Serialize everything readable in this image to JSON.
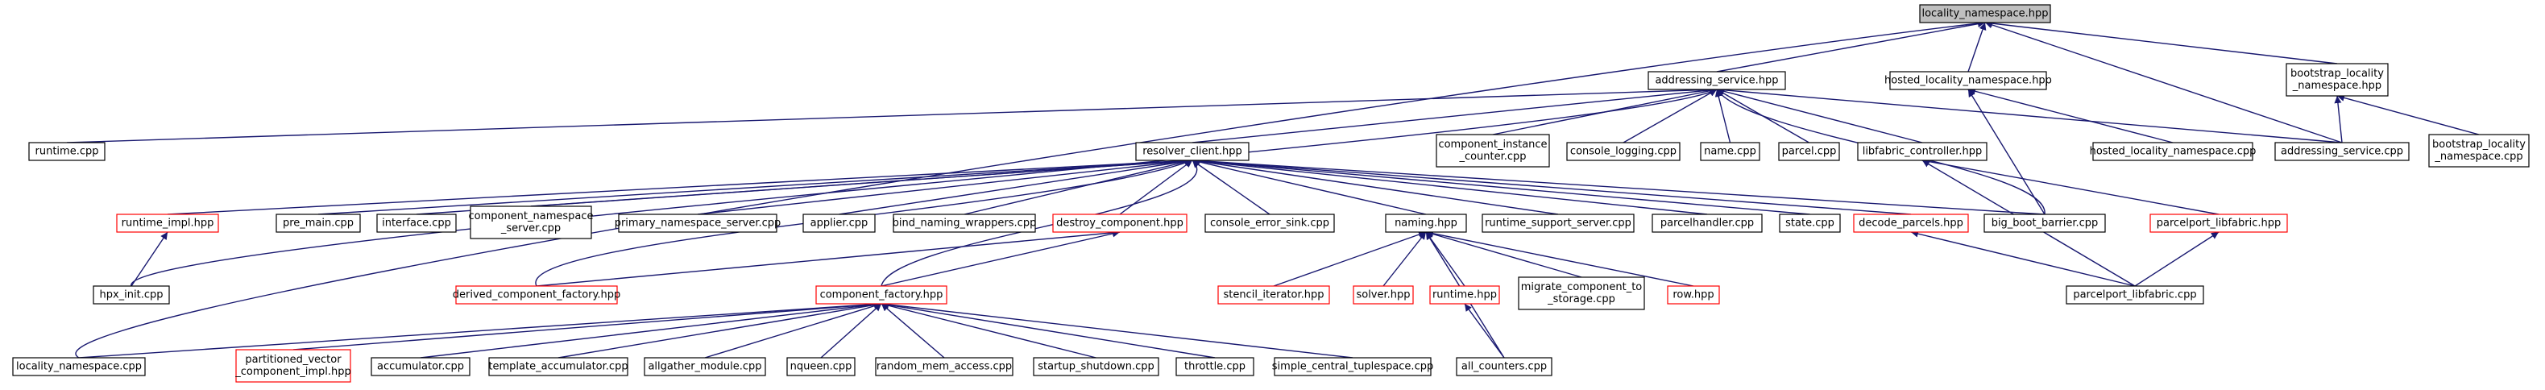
{
  "diagram": {
    "nodes": [
      {
        "id": "root",
        "lines": [
          "locality_namespace.hpp"
        ],
        "style": "root"
      },
      {
        "id": "addressing_service_hpp",
        "lines": [
          "addressing_service.hpp"
        ],
        "style": "black"
      },
      {
        "id": "hosted_locality_namespace_hpp",
        "lines": [
          "hosted_locality_namespace.hpp"
        ],
        "style": "black"
      },
      {
        "id": "bootstrap_locality_namespace_hpp",
        "lines": [
          "bootstrap_locality",
          "_namespace.hpp"
        ],
        "style": "black"
      },
      {
        "id": "runtime_cpp",
        "lines": [
          "runtime.cpp"
        ],
        "style": "black"
      },
      {
        "id": "component_instance_counter_cpp",
        "lines": [
          "component_instance",
          "_counter.cpp"
        ],
        "style": "black"
      },
      {
        "id": "console_logging_cpp",
        "lines": [
          "console_logging.cpp"
        ],
        "style": "black"
      },
      {
        "id": "name_cpp",
        "lines": [
          "name.cpp"
        ],
        "style": "black"
      },
      {
        "id": "parcel_cpp",
        "lines": [
          "parcel.cpp"
        ],
        "style": "black"
      },
      {
        "id": "libfabric_controller_hpp",
        "lines": [
          "libfabric_controller.hpp"
        ],
        "style": "black"
      },
      {
        "id": "hosted_locality_namespace_cpp",
        "lines": [
          "hosted_locality_namespace.cpp"
        ],
        "style": "black"
      },
      {
        "id": "addressing_service_cpp",
        "lines": [
          "addressing_service.cpp"
        ],
        "style": "black"
      },
      {
        "id": "bootstrap_locality_namespace_cpp",
        "lines": [
          "bootstrap_locality",
          "_namespace.cpp"
        ],
        "style": "black"
      },
      {
        "id": "resolver_client_hpp",
        "lines": [
          "resolver_client.hpp"
        ],
        "style": "black"
      },
      {
        "id": "runtime_impl_hpp",
        "lines": [
          "runtime_impl.hpp"
        ],
        "style": "red"
      },
      {
        "id": "pre_main_cpp",
        "lines": [
          "pre_main.cpp"
        ],
        "style": "black"
      },
      {
        "id": "interface_cpp",
        "lines": [
          "interface.cpp"
        ],
        "style": "black"
      },
      {
        "id": "component_namespace_server_cpp",
        "lines": [
          "component_namespace",
          "_server.cpp"
        ],
        "style": "black"
      },
      {
        "id": "primary_namespace_server_cpp",
        "lines": [
          "primary_namespace_server.cpp"
        ],
        "style": "black"
      },
      {
        "id": "applier_cpp",
        "lines": [
          "applier.cpp"
        ],
        "style": "black"
      },
      {
        "id": "bind_naming_wrappers_cpp",
        "lines": [
          "bind_naming_wrappers.cpp"
        ],
        "style": "black"
      },
      {
        "id": "destroy_component_hpp",
        "lines": [
          "destroy_component.hpp"
        ],
        "style": "red"
      },
      {
        "id": "console_error_sink_cpp",
        "lines": [
          "console_error_sink.cpp"
        ],
        "style": "black"
      },
      {
        "id": "naming_hpp",
        "lines": [
          "naming.hpp"
        ],
        "style": "black"
      },
      {
        "id": "runtime_support_server_cpp",
        "lines": [
          "runtime_support_server.cpp"
        ],
        "style": "black"
      },
      {
        "id": "parcelhandler_cpp",
        "lines": [
          "parcelhandler.cpp"
        ],
        "style": "black"
      },
      {
        "id": "state_cpp",
        "lines": [
          "state.cpp"
        ],
        "style": "black"
      },
      {
        "id": "decode_parcels_hpp",
        "lines": [
          "decode_parcels.hpp"
        ],
        "style": "red"
      },
      {
        "id": "big_boot_barrier_cpp",
        "lines": [
          "big_boot_barrier.cpp"
        ],
        "style": "black"
      },
      {
        "id": "parcelport_libfabric_hpp",
        "lines": [
          "parcelport_libfabric.hpp"
        ],
        "style": "red"
      },
      {
        "id": "hpx_init_cpp",
        "lines": [
          "hpx_init.cpp"
        ],
        "style": "black"
      },
      {
        "id": "derived_component_factory_hpp",
        "lines": [
          "derived_component_factory.hpp"
        ],
        "style": "red"
      },
      {
        "id": "component_factory_hpp",
        "lines": [
          "component_factory.hpp"
        ],
        "style": "red"
      },
      {
        "id": "stencil_iterator_hpp",
        "lines": [
          "stencil_iterator.hpp"
        ],
        "style": "red"
      },
      {
        "id": "solver_hpp",
        "lines": [
          "solver.hpp"
        ],
        "style": "red"
      },
      {
        "id": "runtime_hpp",
        "lines": [
          "runtime.hpp"
        ],
        "style": "red"
      },
      {
        "id": "migrate_component_to_storage_cpp",
        "lines": [
          "migrate_component_to",
          "_storage.cpp"
        ],
        "style": "black"
      },
      {
        "id": "row_hpp",
        "lines": [
          "row.hpp"
        ],
        "style": "red"
      },
      {
        "id": "parcelport_libfabric_cpp",
        "lines": [
          "parcelport_libfabric.cpp"
        ],
        "style": "black"
      },
      {
        "id": "locality_namespace_cpp",
        "lines": [
          "locality_namespace.cpp"
        ],
        "style": "black"
      },
      {
        "id": "partitioned_vector_component_impl_hpp",
        "lines": [
          "partitioned_vector",
          "_component_impl.hpp"
        ],
        "style": "red"
      },
      {
        "id": "accumulator_cpp",
        "lines": [
          "accumulator.cpp"
        ],
        "style": "black"
      },
      {
        "id": "template_accumulator_cpp",
        "lines": [
          "template_accumulator.cpp"
        ],
        "style": "black"
      },
      {
        "id": "allgather_module_cpp",
        "lines": [
          "allgather_module.cpp"
        ],
        "style": "black"
      },
      {
        "id": "nqueen_cpp",
        "lines": [
          "nqueen.cpp"
        ],
        "style": "black"
      },
      {
        "id": "random_mem_access_cpp",
        "lines": [
          "random_mem_access.cpp"
        ],
        "style": "black"
      },
      {
        "id": "startup_shutdown_cpp",
        "lines": [
          "startup_shutdown.cpp"
        ],
        "style": "black"
      },
      {
        "id": "throttle_cpp",
        "lines": [
          "throttle.cpp"
        ],
        "style": "black"
      },
      {
        "id": "simple_central_tuplespace_cpp",
        "lines": [
          "simple_central_tuplespace.cpp"
        ],
        "style": "black"
      },
      {
        "id": "all_counters_cpp",
        "lines": [
          "all_counters.cpp"
        ],
        "style": "black"
      }
    ]
  }
}
